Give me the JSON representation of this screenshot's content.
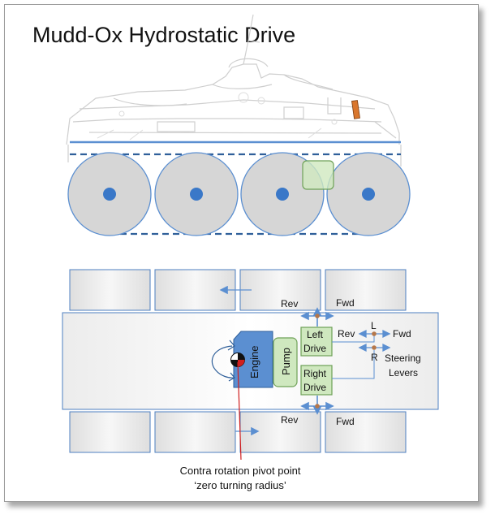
{
  "title": "Mudd-Ox Hydrostatic Drive",
  "labels": {
    "rev_top": "Rev",
    "fwd_top": "Fwd",
    "rev_bottom": "Rev",
    "fwd_bottom": "Fwd",
    "engine": "Engine",
    "pump": "Pump",
    "left_drive_1": "Left",
    "left_drive_2": "Drive",
    "right_drive_1": "Right",
    "right_drive_2": "Drive",
    "lever_rev": "Rev",
    "lever_fwd": "Fwd",
    "lever_l": "L",
    "lever_r": "R",
    "steering_1": "Steering",
    "steering_2": "Levers",
    "pivot_1": "Contra rotation pivot point",
    "pivot_2": "‘zero turning radius’"
  },
  "colors": {
    "blue": "#5b8fd1",
    "blue_dark": "#2f5f9a",
    "green_fill": "#cfe8bf",
    "green_stroke": "#6ea157",
    "wheel_fill": "#d6d6d6",
    "pointer_red": "#d01f1f"
  }
}
